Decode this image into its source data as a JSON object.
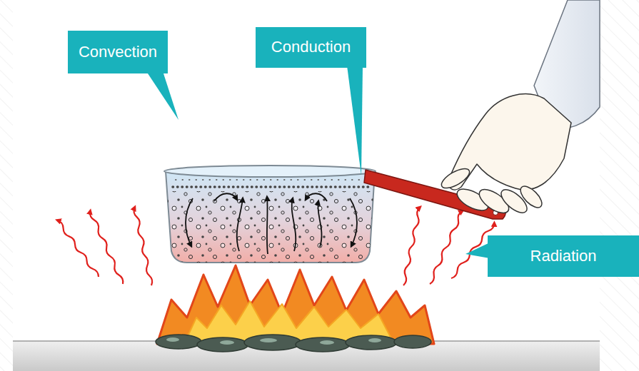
{
  "diagram": {
    "nodes": [
      {
        "text": [
          "Convection"
        ]
      },
      {
        "text": [
          "Conduction"
        ]
      },
      {
        "text": [
          "Radiation"
        ]
      }
    ]
  }
}
